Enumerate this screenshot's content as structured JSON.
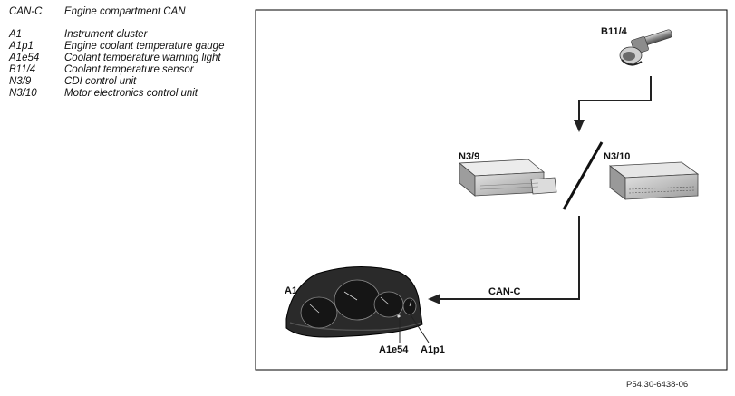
{
  "legend": {
    "header": {
      "code": "CAN-C",
      "desc": "Engine compartment CAN"
    },
    "items": [
      {
        "code": "A1",
        "desc": "Instrument cluster"
      },
      {
        "code": "A1p1",
        "desc": "Engine coolant temperature gauge"
      },
      {
        "code": "A1e54",
        "desc": "Coolant temperature warning light"
      },
      {
        "code": "B11/4",
        "desc": "Coolant temperature sensor"
      },
      {
        "code": "N3/9",
        "desc": "CDI control unit"
      },
      {
        "code": "N3/10",
        "desc": "Motor electronics control unit"
      }
    ]
  },
  "diagram": {
    "labels": {
      "sensor": "B11/4",
      "cdi": "N3/9",
      "me": "N3/10",
      "cluster": "A1",
      "bus": "CAN-C",
      "warning": "A1e54",
      "gauge": "A1p1"
    }
  },
  "footer": {
    "ref": "P54.30-6438-06"
  }
}
